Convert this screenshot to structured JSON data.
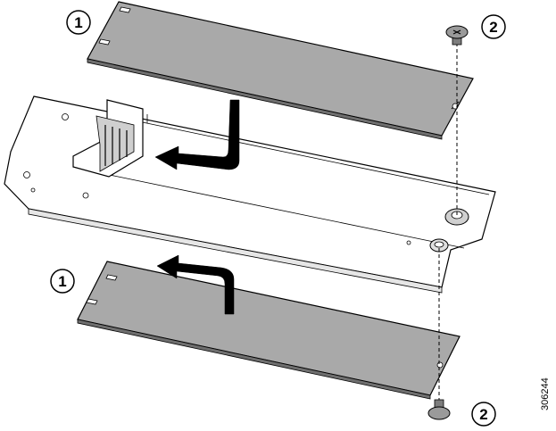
{
  "callouts": {
    "module_top": "1",
    "screw_top": "2",
    "module_bottom": "1",
    "screw_bottom": "2"
  },
  "figure_id": "306244",
  "colors": {
    "module_fill": "#a9a9a9",
    "module_stroke": "#000000",
    "carrier_fill": "#ffffff",
    "screw_fill": "#7d7d7d",
    "arrow_fill": "#000000"
  }
}
